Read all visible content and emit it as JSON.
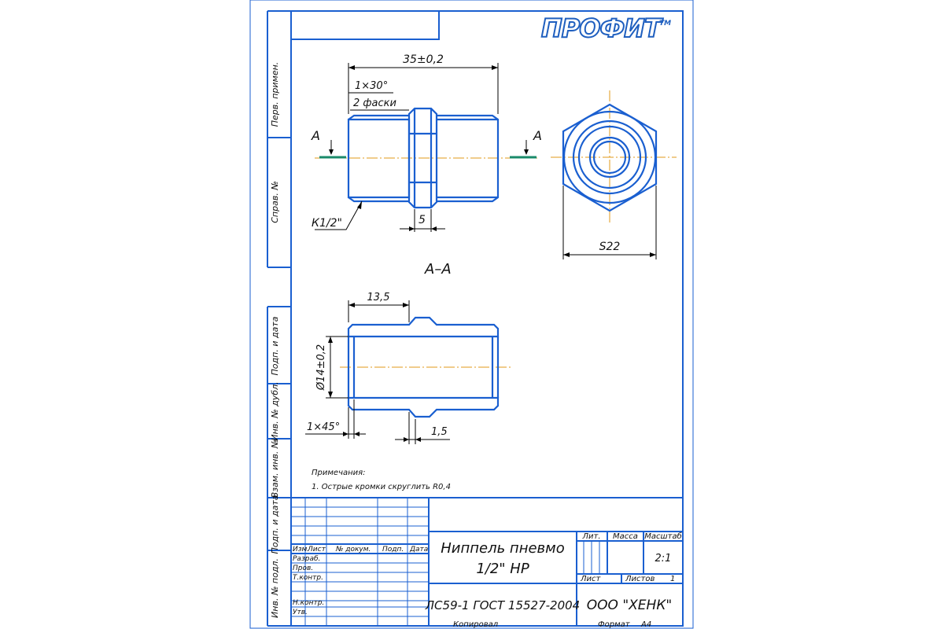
{
  "brand": {
    "logo_text": "ПРОФИТ",
    "trademark": "TM"
  },
  "side_stamp": [
    "Перв. примен.",
    "Справ. №",
    "Подп. и дата",
    "Инв. № дубл.",
    "Взам. инв. №",
    "Подп. и дата",
    "Инв. № подл."
  ],
  "views": {
    "front": {
      "dim_length": "35±0,2",
      "chamfer_angle": "1×30°",
      "chamfer_count": "2 фаски",
      "section_mark_left": "А",
      "section_mark_right": "А",
      "hex_width": "5",
      "thread": "К1/2\""
    },
    "side": {
      "across_flats": "S22"
    },
    "section": {
      "title": "А–А",
      "thread_length": "13,5",
      "bore": "Ø14±0,2",
      "chamfer": "1×45°",
      "collar": "1,5"
    }
  },
  "notes": {
    "heading": "Примечания:",
    "items": [
      "1. Острые кромки скруглить R0,4"
    ]
  },
  "title_block": {
    "col_headers": [
      "Изм.",
      "Лист",
      "№ докум.",
      "Подп.",
      "Дата"
    ],
    "roles": [
      "Разраб.",
      "Пров.",
      "Т.контр.",
      "Н.контр.",
      "Утв."
    ],
    "name_line1": "Ниппель пневмо",
    "name_line2": "1/2\" НР",
    "lit_header": "Лит.",
    "mass_header": "Масса",
    "scale_header": "Масштаб",
    "scale_value": "2:1",
    "sheet_label": "Лист",
    "sheets_label": "Листов",
    "sheets_value": "1",
    "material": "ЛС59-1 ГОСТ 15527-2004",
    "company": "ООО \"ХЕНК\"",
    "copied_label": "Копировал",
    "format_label": "Формат",
    "format_value": "А4"
  },
  "colors": {
    "frame": "#1a5fd0",
    "centerline": "#e09a1a",
    "section_mark": "#1a8a6a",
    "logo": "#1f5fbf"
  }
}
